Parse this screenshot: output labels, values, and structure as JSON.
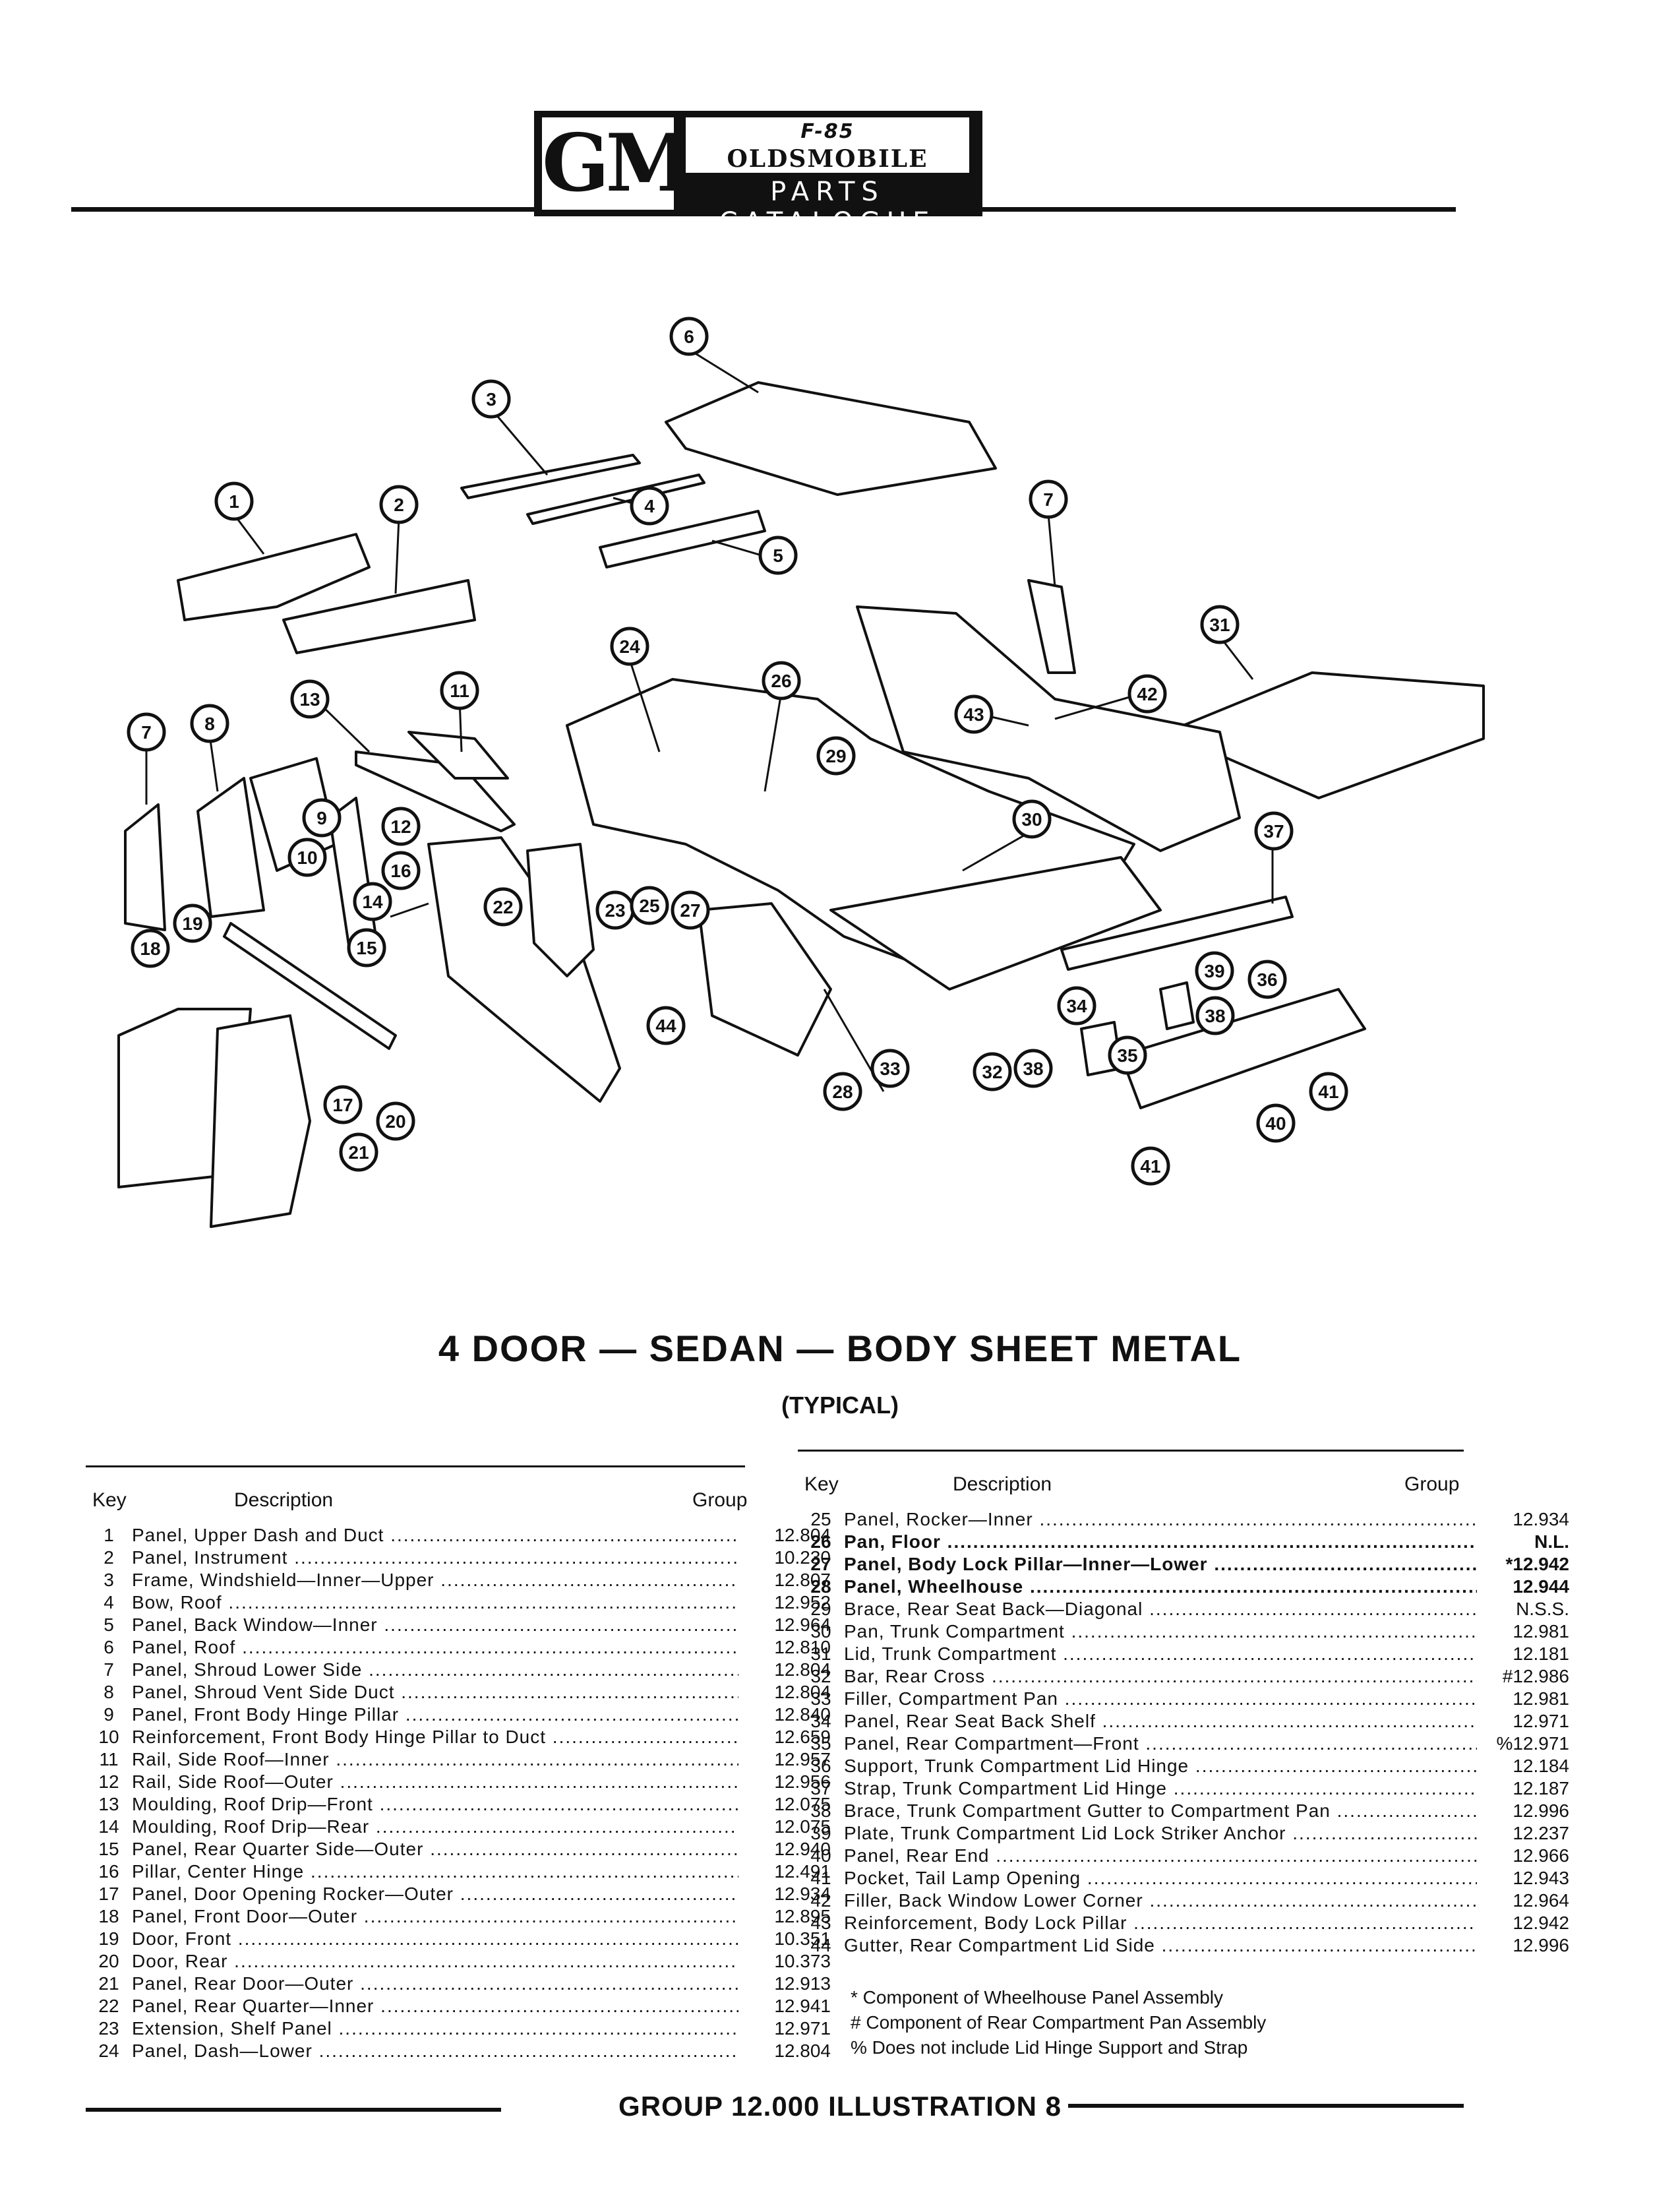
{
  "header": {
    "logo_mark": "GM",
    "model": "F-85",
    "brand": "OLDSMOBILE",
    "subtitle": "PARTS CATALOGUE"
  },
  "diagram": {
    "callouts": [
      "1",
      "2",
      "3",
      "4",
      "5",
      "6",
      "7",
      "7",
      "8",
      "9",
      "10",
      "11",
      "12",
      "13",
      "14",
      "15",
      "16",
      "17",
      "18",
      "19",
      "20",
      "21",
      "22",
      "23",
      "24",
      "25",
      "26",
      "27",
      "28",
      "29",
      "30",
      "31",
      "32",
      "33",
      "34",
      "35",
      "36",
      "37",
      "38",
      "38",
      "39",
      "40",
      "41",
      "41",
      "42",
      "43",
      "44"
    ]
  },
  "title": "4 DOOR — SEDAN — BODY SHEET METAL",
  "subtitle": "(TYPICAL)",
  "table_headers": {
    "key": "Key",
    "description": "Description",
    "group": "Group"
  },
  "parts_left": [
    {
      "key": "1",
      "description": "Panel, Upper Dash and Duct",
      "group": "12.804"
    },
    {
      "key": "2",
      "description": "Panel, Instrument",
      "group": "10.230"
    },
    {
      "key": "3",
      "description": "Frame, Windshield—Inner—Upper",
      "group": "12.807"
    },
    {
      "key": "4",
      "description": "Bow, Roof",
      "group": "12.952"
    },
    {
      "key": "5",
      "description": "Panel, Back Window—Inner",
      "group": "12.964"
    },
    {
      "key": "6",
      "description": "Panel, Roof",
      "group": "12.810"
    },
    {
      "key": "7",
      "description": "Panel, Shroud Lower Side",
      "group": "12.804"
    },
    {
      "key": "8",
      "description": "Panel, Shroud Vent Side Duct",
      "group": "12.804"
    },
    {
      "key": "9",
      "description": "Panel, Front Body Hinge Pillar",
      "group": "12.840"
    },
    {
      "key": "10",
      "description": "Reinforcement, Front Body Hinge Pillar to Duct",
      "group": "12.659"
    },
    {
      "key": "11",
      "description": "Rail, Side Roof—Inner",
      "group": "12.957"
    },
    {
      "key": "12",
      "description": "Rail, Side Roof—Outer",
      "group": "12.956"
    },
    {
      "key": "13",
      "description": "Moulding, Roof Drip—Front",
      "group": "12.075"
    },
    {
      "key": "14",
      "description": "Moulding, Roof Drip—Rear",
      "group": "12.075"
    },
    {
      "key": "15",
      "description": "Panel, Rear Quarter Side—Outer",
      "group": "12.940"
    },
    {
      "key": "16",
      "description": "Pillar, Center Hinge",
      "group": "12.491"
    },
    {
      "key": "17",
      "description": "Panel, Door Opening Rocker—Outer",
      "group": "12.934"
    },
    {
      "key": "18",
      "description": "Panel, Front Door—Outer",
      "group": "12.895"
    },
    {
      "key": "19",
      "description": "Door, Front",
      "group": "10.351"
    },
    {
      "key": "20",
      "description": "Door, Rear",
      "group": "10.373"
    },
    {
      "key": "21",
      "description": "Panel, Rear Door—Outer",
      "group": "12.913"
    },
    {
      "key": "22",
      "description": "Panel, Rear Quarter—Inner",
      "group": "12.941"
    },
    {
      "key": "23",
      "description": "Extension, Shelf Panel",
      "group": "12.971"
    },
    {
      "key": "24",
      "description": "Panel, Dash—Lower",
      "group": "12.804"
    }
  ],
  "parts_right": [
    {
      "key": "25",
      "description": "Panel, Rocker—Inner",
      "group": "12.934"
    },
    {
      "key": "26",
      "description": "Pan, Floor",
      "group": "N.L."
    },
    {
      "key": "27",
      "description": "Panel, Body Lock Pillar—Inner—Lower",
      "group": "*12.942"
    },
    {
      "key": "28",
      "description": "Panel, Wheelhouse",
      "group": "12.944"
    },
    {
      "key": "29",
      "description": "Brace, Rear Seat Back—Diagonal",
      "group": "N.S.S."
    },
    {
      "key": "30",
      "description": "Pan, Trunk Compartment",
      "group": "12.981"
    },
    {
      "key": "31",
      "description": "Lid, Trunk Compartment",
      "group": "12.181"
    },
    {
      "key": "32",
      "description": "Bar, Rear Cross",
      "group": "#12.986"
    },
    {
      "key": "33",
      "description": "Filler, Compartment Pan",
      "group": "12.981"
    },
    {
      "key": "34",
      "description": "Panel, Rear Seat Back Shelf",
      "group": "12.971"
    },
    {
      "key": "35",
      "description": "Panel, Rear Compartment—Front",
      "group": "%12.971"
    },
    {
      "key": "36",
      "description": "Support, Trunk Compartment Lid Hinge",
      "group": "12.184"
    },
    {
      "key": "37",
      "description": "Strap, Trunk Compartment Lid Hinge",
      "group": "12.187"
    },
    {
      "key": "38",
      "description": "Brace, Trunk Compartment Gutter to Compartment Pan",
      "group": "12.996"
    },
    {
      "key": "39",
      "description": "Plate, Trunk Compartment Lid Lock Striker Anchor",
      "group": "12.237"
    },
    {
      "key": "40",
      "description": "Panel, Rear End",
      "group": "12.966"
    },
    {
      "key": "41",
      "description": "Pocket, Tail Lamp Opening",
      "group": "12.943"
    },
    {
      "key": "42",
      "description": "Filler, Back Window Lower Corner",
      "group": "12.964"
    },
    {
      "key": "43",
      "description": "Reinforcement, Body Lock Pillar",
      "group": "12.942"
    },
    {
      "key": "44",
      "description": "Gutter, Rear Compartment Lid Side",
      "group": "12.996"
    }
  ],
  "notes": [
    "* Component of Wheelhouse Panel Assembly",
    "# Component of Rear Compartment Pan Assembly",
    "% Does not include Lid Hinge Support and Strap"
  ],
  "footer": "GROUP 12.000 ILLUSTRATION 8"
}
